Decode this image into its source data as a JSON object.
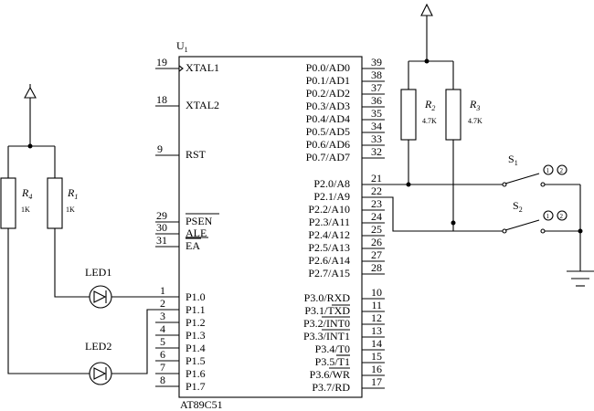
{
  "chip": {
    "ref": "U",
    "ref_sub": "1",
    "part": "AT89C51",
    "left_pins": [
      {
        "num": "19",
        "label": "XTAL1"
      },
      {
        "num": "18",
        "label": "XTAL2"
      },
      {
        "num": "9",
        "label": "RST"
      },
      {
        "num": "29",
        "label": "PSEN"
      },
      {
        "num": "30",
        "label": "ALE"
      },
      {
        "num": "31",
        "label": "EA"
      },
      {
        "num": "1",
        "label": "P1.0"
      },
      {
        "num": "2",
        "label": "P1.1"
      },
      {
        "num": "3",
        "label": "P1.2"
      },
      {
        "num": "4",
        "label": "P1.3"
      },
      {
        "num": "5",
        "label": "P1.4"
      },
      {
        "num": "6",
        "label": "P1.5"
      },
      {
        "num": "7",
        "label": "P1.6"
      },
      {
        "num": "8",
        "label": "P1.7"
      }
    ],
    "right_pins": [
      {
        "num": "39",
        "label": "P0.0/AD0"
      },
      {
        "num": "38",
        "label": "P0.1/AD1"
      },
      {
        "num": "37",
        "label": "P0.2/AD2"
      },
      {
        "num": "36",
        "label": "P0.3/AD3"
      },
      {
        "num": "35",
        "label": "P0.4/AD4"
      },
      {
        "num": "34",
        "label": "P0.5/AD5"
      },
      {
        "num": "33",
        "label": "P0.6/AD6"
      },
      {
        "num": "32",
        "label": "P0.7/AD7"
      },
      {
        "num": "21",
        "label": "P2.0/A8"
      },
      {
        "num": "22",
        "label": "P2.1/A9"
      },
      {
        "num": "23",
        "label": "P2.2/A10"
      },
      {
        "num": "24",
        "label": "P2.3/A11"
      },
      {
        "num": "25",
        "label": "P2.4/A12"
      },
      {
        "num": "26",
        "label": "P2.5/A13"
      },
      {
        "num": "27",
        "label": "P2.6/A14"
      },
      {
        "num": "28",
        "label": "P2.7/A15"
      },
      {
        "num": "10",
        "label": "P3.0/RXD"
      },
      {
        "num": "11",
        "label": "P3.1/TXD"
      },
      {
        "num": "12",
        "label": "P3.2/INT0"
      },
      {
        "num": "13",
        "label": "P3.3/INT1"
      },
      {
        "num": "14",
        "label": "P3.4/T0"
      },
      {
        "num": "15",
        "label": "P3.5/T1"
      },
      {
        "num": "16",
        "label": "P3.6/WR"
      },
      {
        "num": "17",
        "label": "P3.7/RD"
      }
    ]
  },
  "resistors": [
    {
      "ref": "R",
      "sub": "4",
      "value": "1K"
    },
    {
      "ref": "R",
      "sub": "1",
      "value": "1K"
    },
    {
      "ref": "R",
      "sub": "2",
      "value": "4.7K"
    },
    {
      "ref": "R",
      "sub": "3",
      "value": "4.7K"
    }
  ],
  "leds": [
    {
      "label": "LED1"
    },
    {
      "label": "LED2"
    }
  ],
  "switches": [
    {
      "ref": "S",
      "sub": "1",
      "term1": "1",
      "term2": "2"
    },
    {
      "ref": "S",
      "sub": "2",
      "term1": "1",
      "term2": "2"
    }
  ]
}
